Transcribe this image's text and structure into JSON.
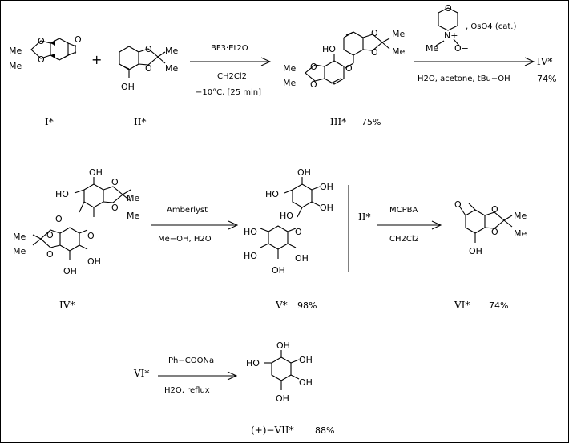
{
  "atoms": {
    "O": "O",
    "Me": "Me",
    "OH": "OH",
    "HO": "HO",
    "N_plus": "N+",
    "O_minus": "O−"
  },
  "compounds": {
    "I": "I*",
    "II": "II*",
    "III": "III*",
    "IV": "IV*",
    "V": "V*",
    "VI": "VI*",
    "VII": "(+)−VII*"
  },
  "yields": {
    "III": "75%",
    "IV": "74%",
    "V": "98%",
    "VI": "74%",
    "VII": "88%"
  },
  "plus_sign": "+",
  "conditions": {
    "step1": {
      "reagent": "BF3·Et2O",
      "solvent": "CH2Cl2",
      "extra": "−10°C, [25 min]"
    },
    "step2": {
      "reagent_suffix": ", OsO4 (cat.)",
      "solvent": "H2O, acetone, tBu−OH"
    },
    "step3": {
      "reagent": "Amberlyst",
      "solvent": "Me−OH, H2O"
    },
    "step4": {
      "reagent": "MCPBA",
      "solvent": "CH2Cl2"
    },
    "step5": {
      "reagent": "Ph−COONa",
      "solvent": "H2O, reflux"
    }
  }
}
